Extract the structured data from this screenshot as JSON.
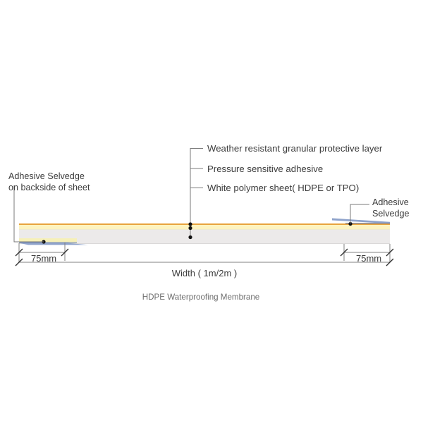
{
  "diagram": {
    "caption": "HDPE  Waterproofing  Membrane",
    "layer_callouts": [
      {
        "id": "granular",
        "label": "Weather  resistant granular protective layer"
      },
      {
        "id": "adhesive",
        "label": "Pressure sensitive adhesive"
      },
      {
        "id": "sheet",
        "label": "White polymer sheet( HDPE or TPO)"
      }
    ],
    "left_callout": {
      "line1": "Adhesive Selvedge",
      "line2": "on backside of sheet"
    },
    "right_callout": {
      "line1": "Adhesive",
      "line2": "Selvedge"
    },
    "dimensions": {
      "left_selvedge": "75mm",
      "right_selvedge": "75mm",
      "overall_width": "Width ( 1m/2m )"
    },
    "colors": {
      "granular_top_line": "#e8a33d",
      "adhesive_band": "#fdf3bf",
      "sheet_body": "#eceaea",
      "selvedge_blue": "#7f95c4",
      "selvedge_yellow": "#f6f0b8",
      "leader": "#7a7a7a",
      "text": "#3c3c3c",
      "caption_text": "#6e6e6e",
      "background": "#ffffff"
    }
  }
}
